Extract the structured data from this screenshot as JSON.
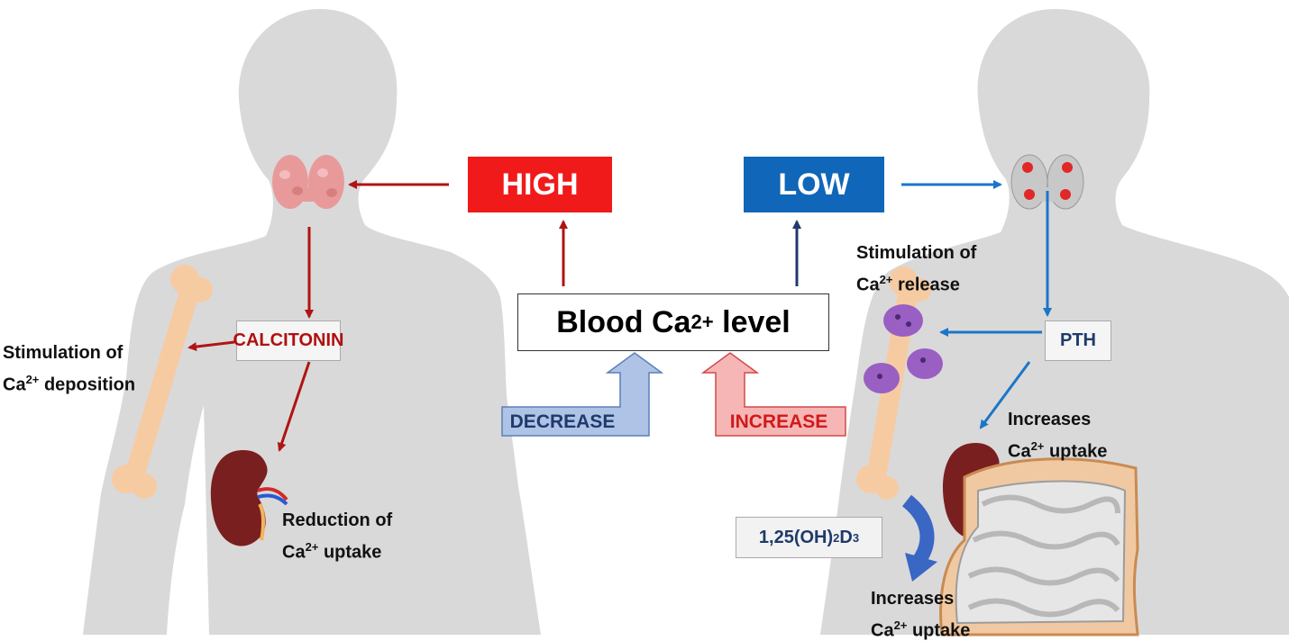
{
  "boxes": {
    "high": "HIGH",
    "low": "LOW",
    "blood_prefix": "Blood Ca",
    "blood_sup": "2+",
    "blood_suffix": " level",
    "calcitonin": "CALCITONIN",
    "pth": "PTH",
    "vitd_main": "1,25(OH)",
    "vitd_sub1": "2",
    "vitd_mid": "D",
    "vitd_sub2": "3"
  },
  "arrows": {
    "decrease": "DECREASE",
    "increase": "INCREASE"
  },
  "labels": {
    "stim_deposition_line1": "Stimulation of",
    "stim_deposition_ca": "Ca",
    "stim_deposition_sup": "2+",
    "stim_deposition_rest": " deposition",
    "reduction_line1": "Reduction of",
    "reduction_ca": "Ca",
    "reduction_sup": "2+",
    "reduction_rest": " uptake",
    "stim_release_line1": "Stimulation of",
    "stim_release_ca": "Ca",
    "stim_release_sup": "2+",
    "stim_release_rest": " release",
    "increases_top_line1": "Increases",
    "increases_top_ca": "Ca",
    "increases_top_sup": "2+",
    "increases_top_rest": " uptake",
    "increases_bottom_line1": "Increases",
    "increases_bottom_ca": "Ca",
    "increases_bottom_sup": "2+",
    "increases_bottom_rest": " uptake"
  },
  "colors": {
    "body": "#d9d9d9",
    "high_red": "#f01a1a",
    "low_blue": "#1066b8",
    "dark_red_arrow": "#b01414",
    "blue_arrow": "#1a76c8",
    "navy_arrow": "#1f3a6b",
    "decrease_fill": "#aec3e6",
    "increase_fill": "#f7b6b6"
  },
  "icons": [
    "thyroid-icon",
    "parathyroid-icon",
    "bone-icon",
    "kidney-icon",
    "intestine-icon",
    "osteoclast-icon"
  ]
}
